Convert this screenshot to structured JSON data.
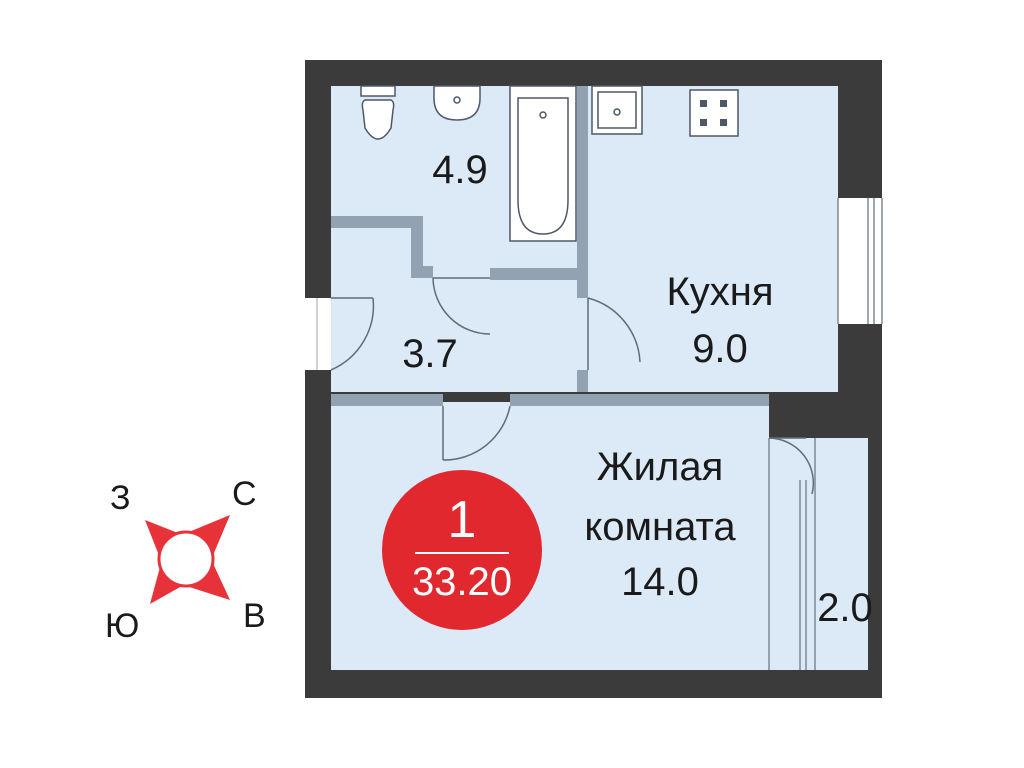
{
  "colors": {
    "wall": "#3b3b3b",
    "room_fill": "#dce9f7",
    "partition": "#93a2b3",
    "badge": "#e0282e",
    "compass": "#e8323a"
  },
  "rooms": {
    "bathroom": {
      "area": "4.9"
    },
    "hall": {
      "area": "3.7"
    },
    "kitchen": {
      "name": "Кухня",
      "area": "9.0"
    },
    "living": {
      "name_line1": "Жилая",
      "name_line2": "комната",
      "area": "14.0"
    },
    "balcony": {
      "area": "2.0"
    }
  },
  "badge": {
    "rooms_count": "1",
    "total_area": "33.20"
  },
  "compass": {
    "north": "С",
    "west": "З",
    "south": "Ю",
    "east": "В"
  },
  "icons": [
    "toilet-icon",
    "washbasin-icon",
    "bathtub-icon",
    "kitchen-sink-icon",
    "stove-icon"
  ]
}
